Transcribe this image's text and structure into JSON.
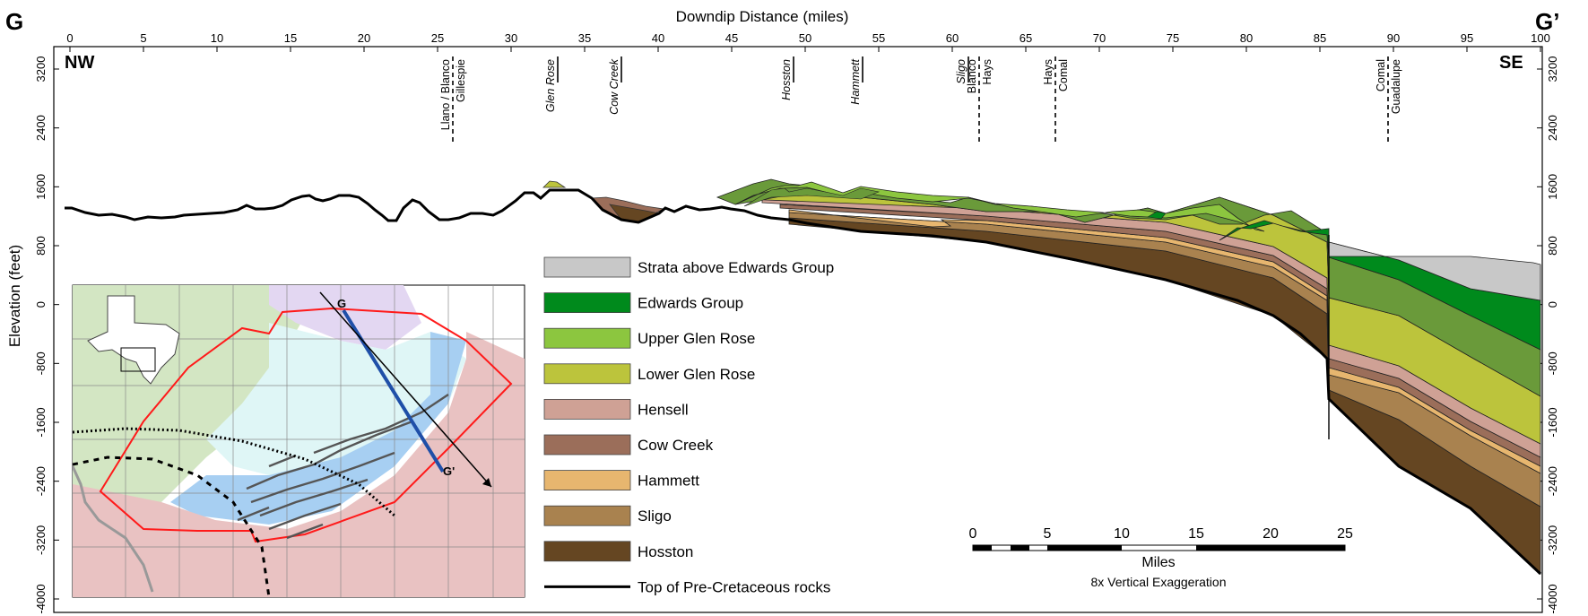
{
  "labels": {
    "left_section": "G",
    "right_section": "G’",
    "top_axis_title": "Downdip Distance (miles)",
    "left_axis_title": "Elevation (feet)",
    "nw": "NW",
    "se": "SE"
  },
  "x_axis": {
    "ticks": [
      "0",
      "5",
      "10",
      "15",
      "20",
      "25",
      "30",
      "35",
      "40",
      "45",
      "50",
      "55",
      "60",
      "65",
      "70",
      "75",
      "80",
      "85",
      "90",
      "95",
      "100"
    ]
  },
  "y_axis": {
    "ticks": [
      "3200",
      "2400",
      "1600",
      "800",
      "0",
      "-800",
      "-1600",
      "-2400",
      "-3200",
      "-4000"
    ]
  },
  "contacts": [
    {
      "top": "Llano / Blanco",
      "bottom": "Gillespie",
      "style": "dashed"
    },
    {
      "top": "Glen Rose",
      "bottom": "",
      "style": "solid",
      "italic": true
    },
    {
      "top": "Cow Creek",
      "bottom": "",
      "style": "solid",
      "italic": true
    },
    {
      "top": "Hosston",
      "bottom": "",
      "style": "solid",
      "italic": true
    },
    {
      "top": "Hammett",
      "bottom": "",
      "style": "solid",
      "italic": true
    },
    {
      "top": "Sligo",
      "bottom": "",
      "style": "solid",
      "italic": true
    },
    {
      "top": "Blanco",
      "bottom": "Hays",
      "style": "dashed"
    },
    {
      "top": "Hays",
      "bottom": "Comal",
      "style": "dashed"
    },
    {
      "top": "Comal",
      "bottom": "Guadalupe",
      "style": "dashed"
    }
  ],
  "legend": [
    {
      "label": "Strata above Edwards Group",
      "color": "#c8c8c8",
      "type": "box"
    },
    {
      "label": "Edwards Group",
      "color": "#008a1c",
      "type": "box"
    },
    {
      "label": "Upper Glen Rose",
      "color": "#8cc63f",
      "type": "box"
    },
    {
      "label": "Lower Glen Rose",
      "color": "#bcc43c",
      "type": "box"
    },
    {
      "label": "Hensell",
      "color": "#cfa195",
      "type": "box"
    },
    {
      "label": "Cow Creek",
      "color": "#9b6e5a",
      "type": "box"
    },
    {
      "label": "Hammett",
      "color": "#e7b66f",
      "type": "box"
    },
    {
      "label": "Sligo",
      "color": "#a9824f",
      "type": "box"
    },
    {
      "label": "Hosston",
      "color": "#654622",
      "type": "box"
    },
    {
      "label": "Top of Pre-Cretaceous rocks",
      "color": "#000000",
      "type": "line"
    }
  ],
  "scale_bar": {
    "ticks": [
      "0",
      "5",
      "10",
      "15",
      "20",
      "25"
    ],
    "units": "Miles",
    "exaggeration": "8x Vertical Exaggeration"
  },
  "inset_map": {
    "label_start": "G",
    "label_end": "G'"
  },
  "colors": {
    "edwards": "#008a1c",
    "upper_glen_rose": "#6a9a3a",
    "lower_glen_rose": "#bcc43c",
    "hensell": "#cfa195",
    "cow_creek": "#9b6e5a",
    "hammett": "#e7b66f",
    "sligo": "#a9824f",
    "hosston": "#654622",
    "strata_above": "#c8c8c8",
    "green_upper_knobs": "#8cc63f"
  }
}
